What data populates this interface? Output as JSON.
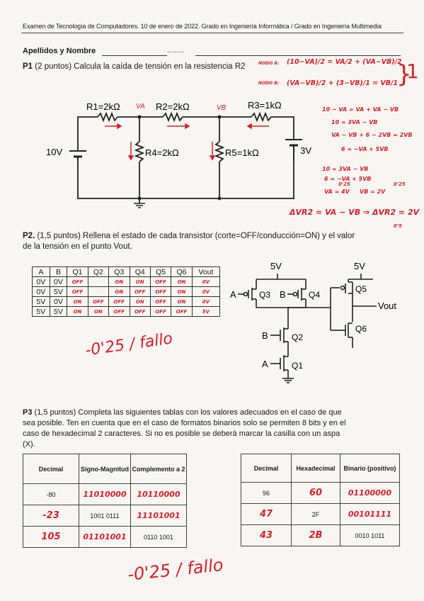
{
  "header": "Examen de Tecnología de Computadores. 10 de enero de 2022. Grado en Ingeniería Informática / Grado en Ingeniería Multimedia",
  "name_label": "Apellidos y Nombre",
  "name_dots": ".........",
  "p1": {
    "num": "P1",
    "points": "(2 puntos)",
    "text": "Calcula la caída de tensión en la resistencia R2",
    "circuit": {
      "r1": "R1=2kΩ",
      "r2": "R2=2kΩ",
      "r3": "R3=1kΩ",
      "r4": "R4=2kΩ",
      "r5": "R5=1kΩ",
      "v1": "10V",
      "v2": "3V",
      "va": "VA",
      "vb": "VB"
    },
    "handwritten": {
      "nodo_a_label": "NODO A:",
      "nodo_a_eq": "(10−VA)/2 = VA/2 + (VA−VB)/2",
      "nodo_b_label": "NODO B:",
      "nodo_b_eq": "(VA−VB)/2 + (3−VB)/1 = VB/1",
      "score": "1",
      "l1": "10 − VA = VA + VA − VB",
      "l2": "10 = 3VA − VB",
      "l3": "VA − VB + 6 − 2VB = 2VB",
      "l4": "6 = −VA + 5VB",
      "l5": "10 = 3VA − VB",
      "l6": "6 = −VA + 5VB",
      "l7": "VA = 4V",
      "l8": "VB = 2V",
      "l9": "0'25",
      "l10": "0'25",
      "final": "ΔVR2 = VA − VB ⇒ ΔVR2 = 2V",
      "final_score": "0'5"
    }
  },
  "p2": {
    "num": "P2.",
    "points": "(1,5 puntos)",
    "text1": "Rellena el estado de cada transistor (corte=OFF/conducción=ON) y el valor",
    "text2": "de la tensión en el punto Vout.",
    "table": {
      "headers": [
        "A",
        "B",
        "Q1",
        "Q2",
        "Q3",
        "Q4",
        "Q5",
        "Q6",
        "Vout"
      ],
      "rows": [
        [
          "0V",
          "0V",
          "OFF",
          "",
          "ON",
          "ON",
          "OFF",
          "ON",
          "0V"
        ],
        [
          "0V",
          "5V",
          "OFF",
          "",
          "ON",
          "OFF",
          "OFF",
          "ON",
          "0V"
        ],
        [
          "5V",
          "0V",
          "ON",
          "OFF",
          "OFF",
          "ON",
          "OFF",
          "ON",
          "0V"
        ],
        [
          "5V",
          "5V",
          "ON",
          "ON",
          "OFF",
          "OFF",
          "OFF",
          "OFF",
          "5V"
        ]
      ]
    },
    "circuit": {
      "vdd1": "5V",
      "vdd2": "5V",
      "a1": "A",
      "b1": "B",
      "b2": "B",
      "a2": "A",
      "q1": "Q1",
      "q2": "Q2",
      "q3": "Q3",
      "q4": "Q4",
      "q5": "Q5",
      "q6": "Q6",
      "vout": "Vout"
    },
    "penalty": "-0'25 / fallo"
  },
  "p3": {
    "num": "P3",
    "points": "(1,5 puntos)",
    "text1": "Completa las siguientes tablas con los valores adecuados en el caso de que",
    "text2": "sea posible. Ten en cuenta que en el caso de formatos binarios solo se permiten 8 bits y en el",
    "text3": "caso de hexadecimal 2 caracteres. Si no es posible se deberá marcar la casilla con un aspa",
    "text4": "(X).",
    "table_left": {
      "headers": [
        "Decimal",
        "Signo-Magnitud",
        "Complemento a 2"
      ],
      "rows": [
        [
          "-80",
          "11010000",
          "10110000"
        ],
        [
          "-23",
          "1001 0111",
          "11101001"
        ],
        [
          "105",
          "01101001",
          "0110 1001"
        ]
      ]
    },
    "table_right": {
      "headers": [
        "Decimal",
        "Hexadecimal",
        "Binario (positivo)"
      ],
      "rows": [
        [
          "96",
          "60",
          "01100000"
        ],
        [
          "47",
          "2F",
          "00101111"
        ],
        [
          "43",
          "2B",
          "0010 1011"
        ]
      ]
    },
    "penalty": "-0'25 / fallo"
  }
}
